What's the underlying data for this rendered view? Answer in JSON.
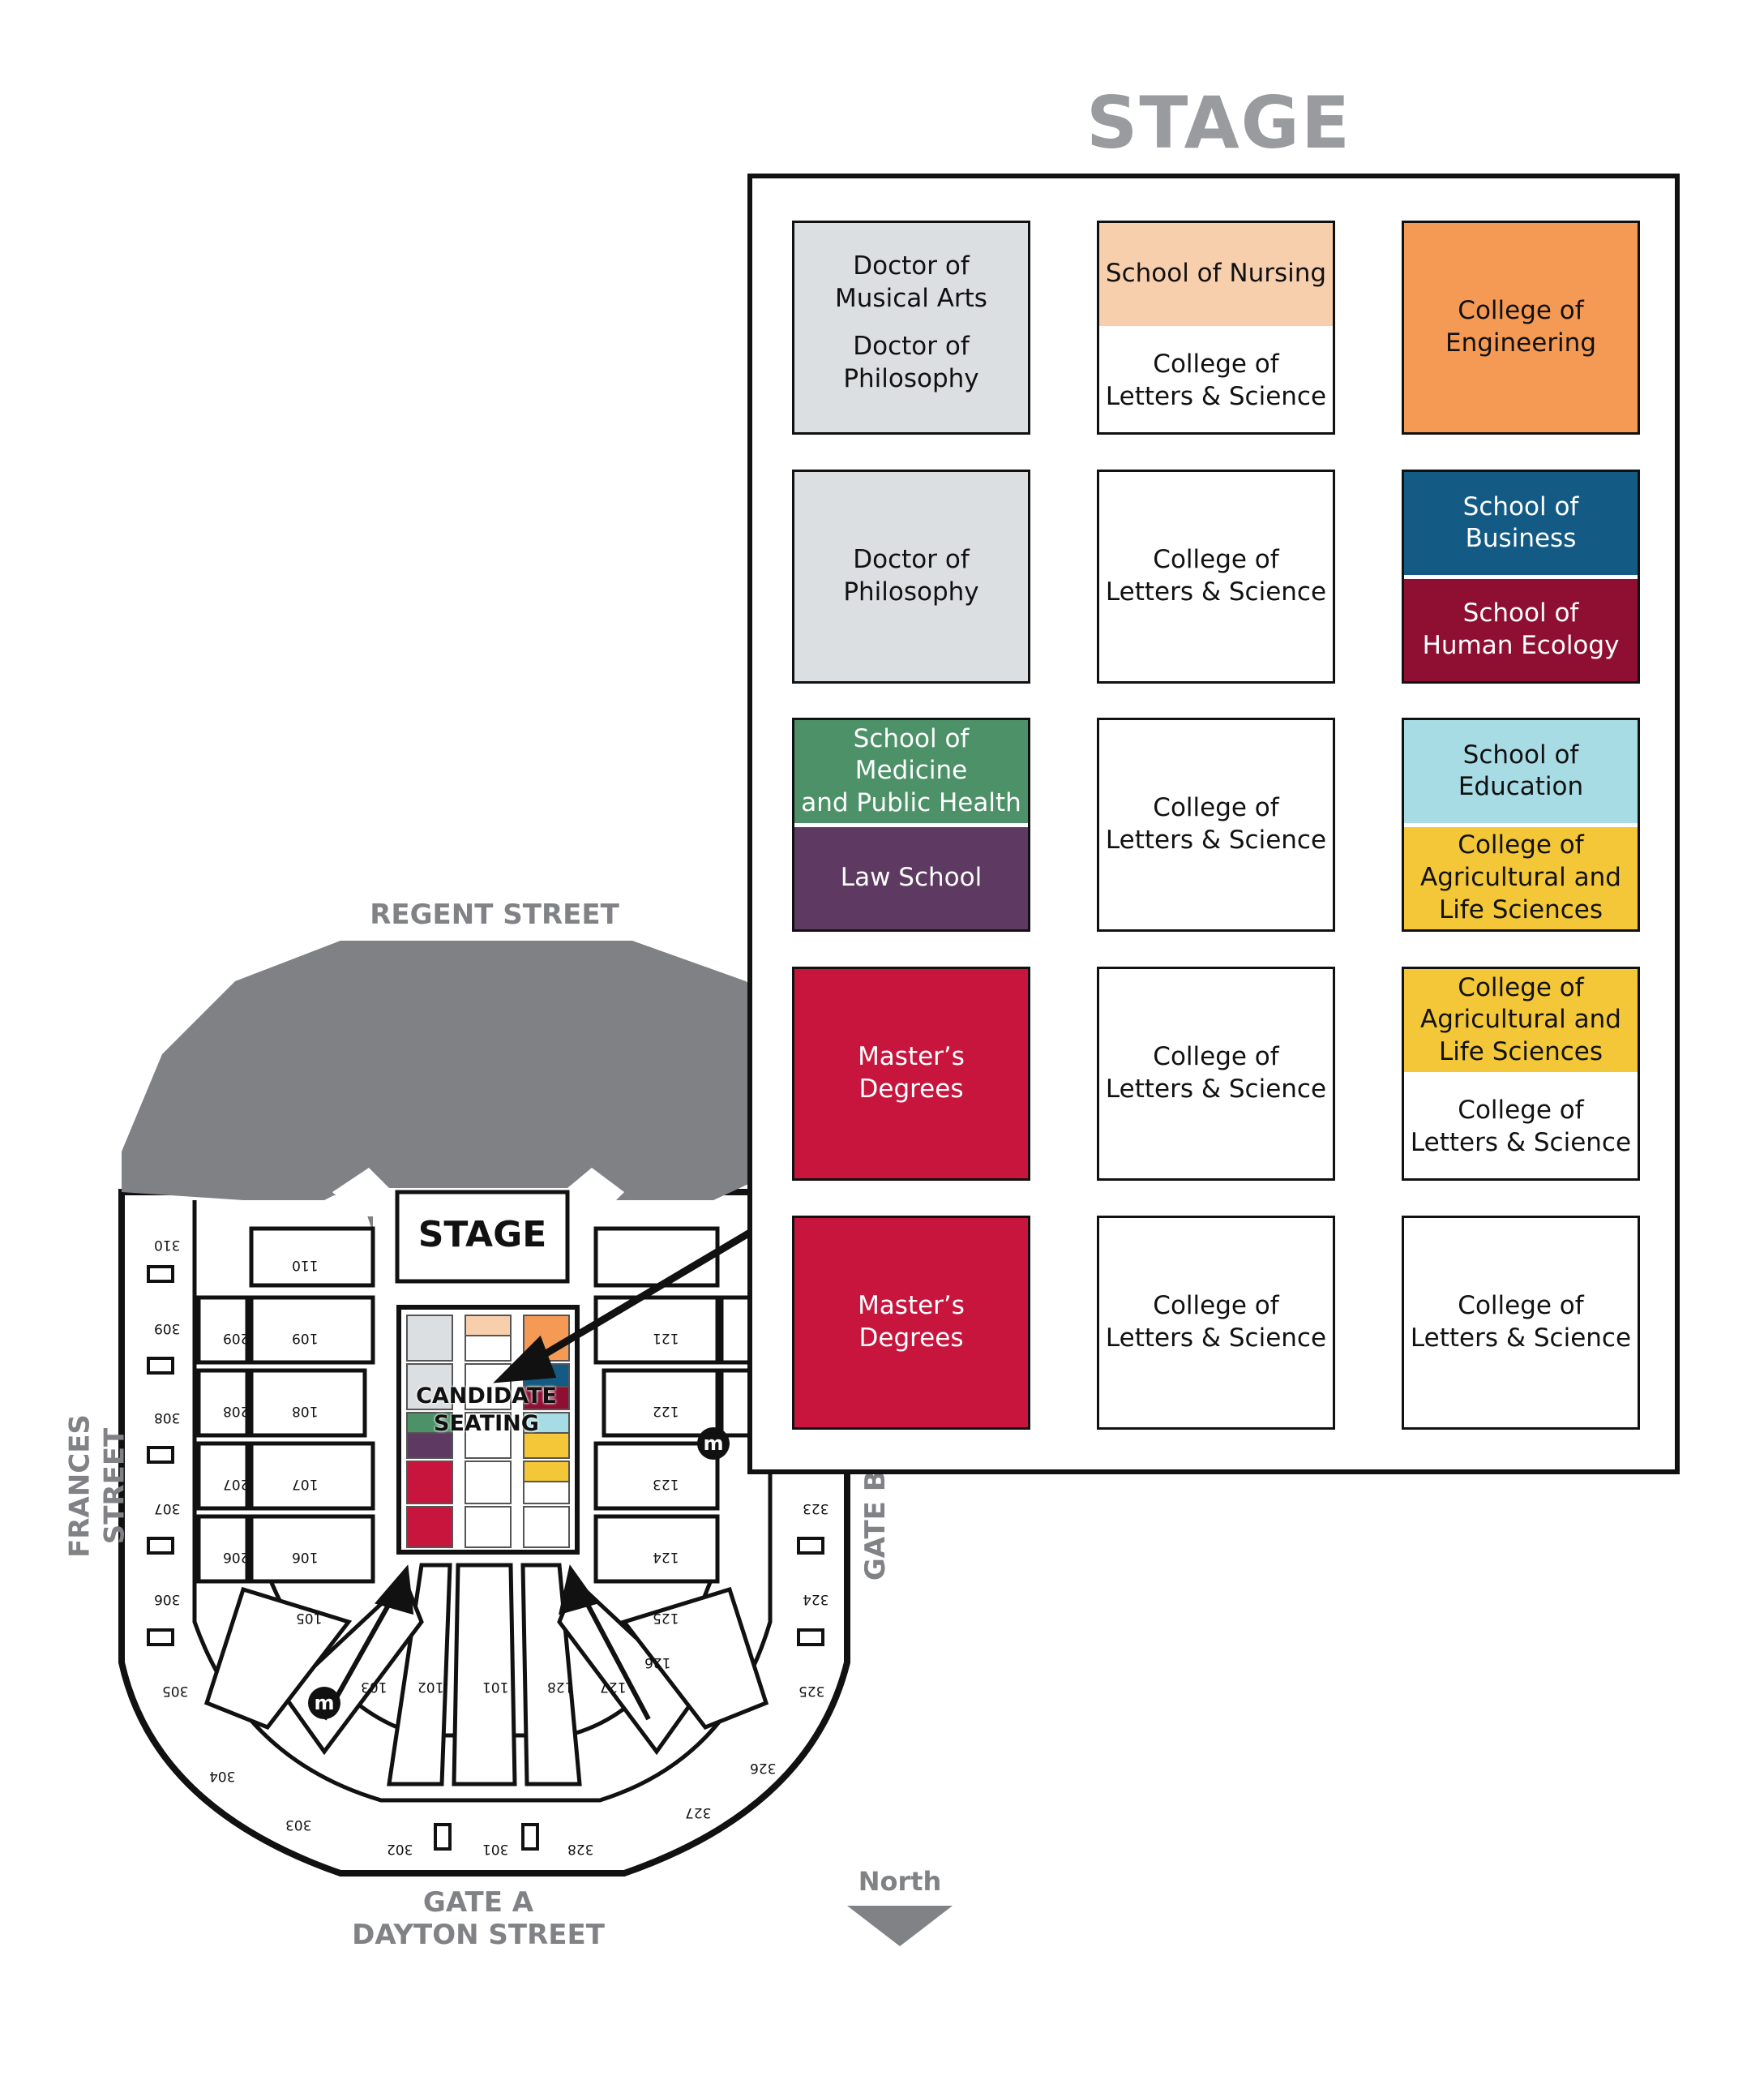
{
  "title": "STAGE",
  "streets": {
    "north": "REGENT STREET",
    "west": "FRANCES STREET",
    "gate_b": "GATE B",
    "gate_a": "GATE A",
    "south": "DAYTON STREET"
  },
  "compass": "North",
  "arena": {
    "stage_label": "STAGE",
    "candidate_label_1": "CANDIDATE",
    "candidate_label_2": "SEATING",
    "metro_icon_label": "m",
    "sections": [
      "101",
      "102",
      "103",
      "105",
      "106",
      "107",
      "108",
      "109",
      "110",
      "121",
      "122",
      "123",
      "124",
      "125",
      "126",
      "127",
      "128",
      "206",
      "207",
      "208",
      "209",
      "302",
      "301",
      "303",
      "304",
      "305",
      "306",
      "307",
      "308",
      "309",
      "310",
      "323",
      "324",
      "325",
      "326",
      "327",
      "328"
    ]
  },
  "colors": {
    "doctoral": "#dcdfe1",
    "nursing": "#f8cfad",
    "engineering": "#f59a55",
    "business": "#135a85",
    "human_ecology": "#8f0f33",
    "medicine": "#4d9168",
    "law": "#5e3a63",
    "education": "#a8dce5",
    "agricultural": "#f3c737",
    "masters": "#c8153e",
    "letters_science": "#ffffff",
    "arena_gray": "#808184"
  },
  "blocks": [
    [
      {
        "segments": [
          {
            "lines": [
              "Doctor of",
              "Musical Arts"
            ],
            "color": "doctoral",
            "text": "#111111"
          },
          {
            "lines": [
              "Doctor of",
              "Philosophy"
            ],
            "color": "doctoral",
            "text": "#111111"
          }
        ],
        "joined": true
      },
      {
        "segments": [
          {
            "lines": [
              "School of Nursing"
            ],
            "color": "nursing",
            "text": "#111111"
          },
          {
            "lines": [
              "College of",
              "Letters & Science"
            ],
            "color": "letters_science",
            "text": "#111111"
          }
        ]
      },
      {
        "segments": [
          {
            "lines": [
              "College of",
              "Engineering"
            ],
            "color": "engineering",
            "text": "#111111"
          }
        ]
      }
    ],
    [
      {
        "segments": [
          {
            "lines": [
              "Doctor of",
              "Philosophy"
            ],
            "color": "doctoral",
            "text": "#111111"
          }
        ]
      },
      {
        "segments": [
          {
            "lines": [
              "College of",
              "Letters & Science"
            ],
            "color": "letters_science",
            "text": "#111111"
          }
        ]
      },
      {
        "segments": [
          {
            "lines": [
              "School of",
              "Business"
            ],
            "color": "business",
            "text": "#ffffff"
          },
          {
            "lines": [
              "School of",
              "Human Ecology"
            ],
            "color": "human_ecology",
            "text": "#ffffff"
          }
        ]
      }
    ],
    [
      {
        "segments": [
          {
            "lines": [
              "School of Medicine",
              "and Public Health"
            ],
            "color": "medicine",
            "text": "#ffffff"
          },
          {
            "lines": [
              "Law School"
            ],
            "color": "law",
            "text": "#ffffff"
          }
        ]
      },
      {
        "segments": [
          {
            "lines": [
              "College of",
              "Letters & Science"
            ],
            "color": "letters_science",
            "text": "#111111"
          }
        ]
      },
      {
        "segments": [
          {
            "lines": [
              "School of",
              "Education"
            ],
            "color": "education",
            "text": "#111111"
          },
          {
            "lines": [
              "College of",
              "Agricultural and",
              "Life Sciences"
            ],
            "color": "agricultural",
            "text": "#111111"
          }
        ]
      }
    ],
    [
      {
        "segments": [
          {
            "lines": [
              "Master’s",
              "Degrees"
            ],
            "color": "masters",
            "text": "#ffffff"
          }
        ]
      },
      {
        "segments": [
          {
            "lines": [
              "College of",
              "Letters & Science"
            ],
            "color": "letters_science",
            "text": "#111111"
          }
        ]
      },
      {
        "segments": [
          {
            "lines": [
              "College of",
              "Agricultural and",
              "Life Sciences"
            ],
            "color": "agricultural",
            "text": "#111111"
          },
          {
            "lines": [
              "College of",
              "Letters & Science"
            ],
            "color": "letters_science",
            "text": "#111111"
          }
        ]
      }
    ],
    [
      {
        "segments": [
          {
            "lines": [
              "Master’s",
              "Degrees"
            ],
            "color": "masters",
            "text": "#ffffff"
          }
        ]
      },
      {
        "segments": [
          {
            "lines": [
              "College of",
              "Letters & Science"
            ],
            "color": "letters_science",
            "text": "#111111"
          }
        ]
      },
      {
        "segments": [
          {
            "lines": [
              "College of",
              "Letters & Science"
            ],
            "color": "letters_science",
            "text": "#111111"
          }
        ]
      }
    ]
  ]
}
